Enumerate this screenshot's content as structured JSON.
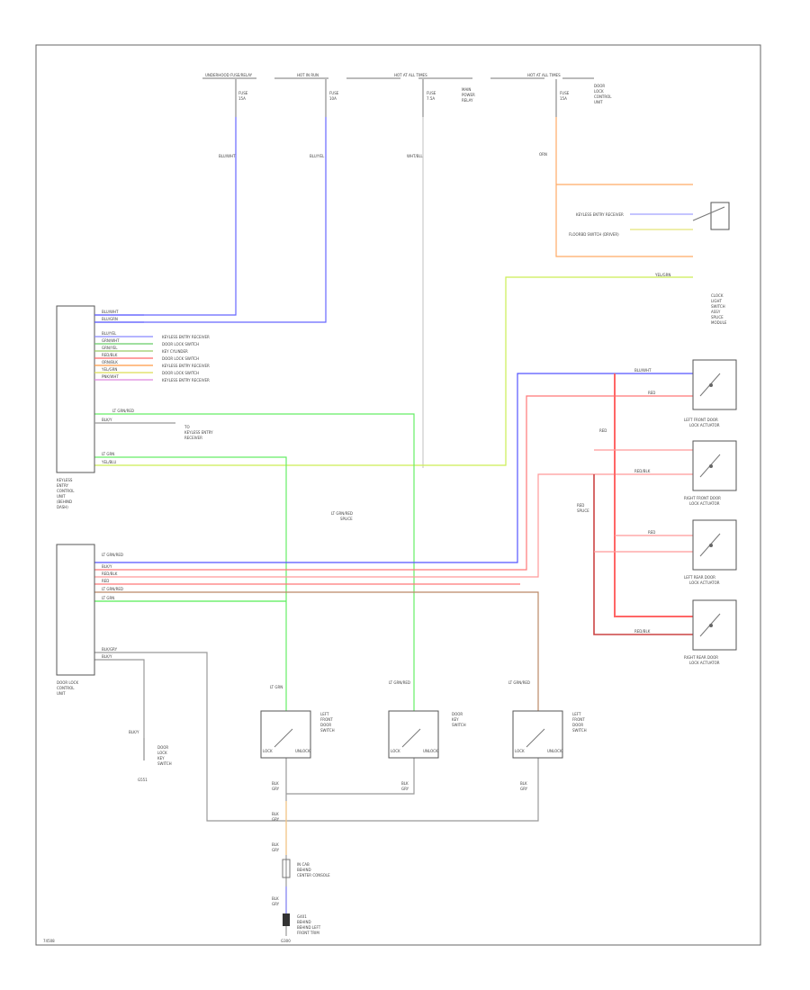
{
  "footer": {
    "left_code": "74508",
    "ground_label": "G300"
  },
  "fuse_boxes": [
    {
      "id": "fb1",
      "header": "UNDERHOOD FUSE/RELAY",
      "lines": [
        "FUSE",
        "15A"
      ],
      "wire": "BLU/WHT"
    },
    {
      "id": "fb2",
      "header": "HOT IN RUN",
      "lines": [
        "FUSE",
        "10A"
      ],
      "wire": "BLU/YEL"
    },
    {
      "id": "fb3",
      "header": "HOT AT ALL TIMES",
      "lines": [
        "FUSE",
        "7.5A"
      ],
      "wire": "WHT/BLU"
    },
    {
      "id": "fb4",
      "header": "HOT AT ALL TIMES",
      "lines": [
        "FUSE",
        "15A"
      ],
      "wire": "ORN"
    }
  ],
  "fb3_side_text": [
    "MAIN",
    "POWER",
    "RELAY"
  ],
  "fb4_side_text": [
    "DOOR",
    "LOCK",
    "CONTROL",
    "UNIT"
  ],
  "modules": {
    "upper": {
      "lines": [
        "KEYLESS",
        "ENTRY",
        "CONTROL",
        "UNIT",
        "(BEHIND",
        "DASH)"
      ]
    },
    "lower": {
      "lines": [
        "DOOR LOCK",
        "CONTROL",
        "UNIT"
      ]
    }
  },
  "upper_wires": [
    {
      "color": "BLU/WHT"
    },
    {
      "color": "BLU/GRN"
    },
    {
      "color": "BLU/YEL",
      "dest": "KEYLESS ENTRY RECEIVER"
    },
    {
      "color": "GRN/WHT",
      "dest": "DOOR LOCK SWITCH"
    },
    {
      "color": "GRN/YEL",
      "dest": "KEY CYLINDER"
    },
    {
      "color": "RED/BLK",
      "dest": "DOOR LOCK SWITCH"
    },
    {
      "color": "ORN/BLK",
      "dest": "KEYLESS ENTRY RECEIVER"
    },
    {
      "color": "YEL/GRN",
      "dest": "DOOR LOCK SWITCH"
    },
    {
      "color": "PNK/WHT",
      "dest": "KEYLESS ENTRY RECEIVER"
    }
  ],
  "upper_small": [
    {
      "label": "LT GRN/RED"
    },
    {
      "label": "BLK/Y",
      "dest": [
        "TO",
        "KEYLESS ENTRY",
        "RECEIVER"
      ]
    },
    {
      "label": "LT GRN"
    },
    {
      "label": "YEL/BLU"
    }
  ],
  "lower_wires": [
    {
      "label": "LT GRN/RED",
      "color": "#5555ff"
    },
    {
      "label": "BLK/Y",
      "color": "#ff8888"
    },
    {
      "label": "RED/BLK",
      "color": "#ff9999"
    },
    {
      "label": "RED",
      "color": "#ff7777"
    },
    {
      "label": "LT GRN/RED",
      "color": "#bb8866"
    },
    {
      "label": "LT GRN",
      "color": "#55ee55"
    }
  ],
  "lower_bottom": [
    {
      "label": "BLK/GRY"
    },
    {
      "label": "BLK/Y"
    }
  ],
  "center_label": [
    "LT GRN/RED",
    "SPLICE"
  ],
  "top_right_switches": [
    {
      "label": "KEYLESS ENTRY RECEIVER"
    },
    {
      "label": "FLOORBD SWITCH (DRIVER)"
    }
  ],
  "right_labels": {
    "ylw_grn": "YEL/GRN",
    "light_group": [
      "CLOCK",
      "LIGHT",
      "SWITCH",
      "ASSY",
      "SPLICE",
      "MODULE"
    ],
    "switch_wires": [
      "BLU/WHT",
      "RED",
      "RED/BLK",
      "RED",
      "RED/BLK"
    ],
    "actuators": [
      [
        "LEFT FRONT DOOR",
        "LOCK ACTUATOR"
      ],
      [
        "RIGHT FRONT DOOR",
        "LOCK ACTUATOR"
      ],
      [
        "LEFT REAR DOOR",
        "LOCK ACTUATOR"
      ],
      [
        "RIGHT REAR DOOR",
        "LOCK ACTUATOR"
      ]
    ],
    "red_vertical": "RED",
    "splice": [
      "RED",
      "SPLICE"
    ]
  },
  "door_switches": [
    {
      "wire": "LT GRN",
      "name": [
        "LEFT",
        "FRONT",
        "DOOR",
        "SWITCH"
      ],
      "states": [
        "LOCK",
        "UNLOCK"
      ],
      "out": [
        "BLK",
        "GRY"
      ]
    },
    {
      "wire": "LT GRN/RED",
      "name": [
        "DOOR",
        "KEY",
        "SWITCH"
      ],
      "states": [
        "LOCK",
        "UNLOCK"
      ],
      "out": [
        "BLK",
        "GRY"
      ]
    },
    {
      "wire": "LT GRN/RED",
      "name": [
        "LEFT",
        "FRONT",
        "DOOR",
        "SWITCH"
      ],
      "states": [
        "LOCK",
        "UNLOCK"
      ],
      "out": [
        "BLK",
        "GRY"
      ]
    }
  ],
  "left_switch": {
    "wire": "BLK/Y",
    "name": [
      "DOOR",
      "LOCK",
      "KEY",
      "SWITCH"
    ],
    "ground": "G551"
  },
  "center_chain": {
    "wire1": [
      "BLK",
      "GRY"
    ],
    "wire2": [
      "BLK",
      "GRY"
    ],
    "connector": [
      "IN CAB",
      "BEHIND",
      "CENTER CONSOLE"
    ],
    "wire3": [
      "BLK",
      "GRY"
    ],
    "ground": [
      "G401",
      "BEHIND",
      "BEHIND LEFT",
      "FRONT TRIM"
    ]
  }
}
